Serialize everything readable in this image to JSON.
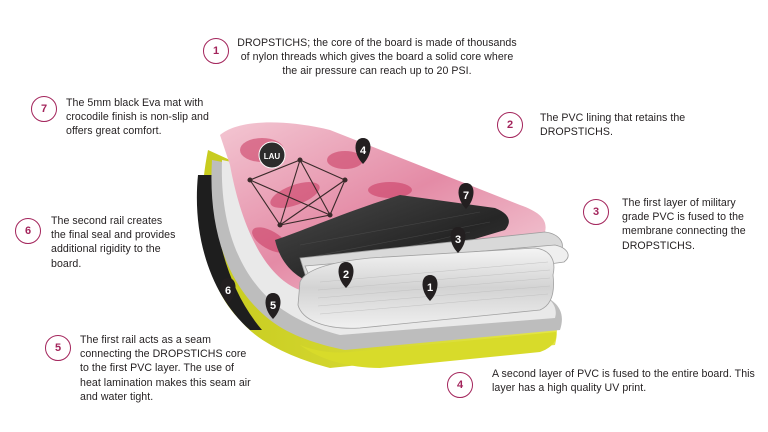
{
  "callouts": [
    {
      "number": "1",
      "text": "DROPSTICHS; the core of the board is made of thousands of nylon threads which gives the board a solid core where the air pressure can reach up to 20 PSI."
    },
    {
      "number": "2",
      "text": "The PVC lining that retains the DROPSTICHS."
    },
    {
      "number": "3",
      "text": "The first layer of military grade PVC is fused to the membrane connecting the DROPSTICHS."
    },
    {
      "number": "4",
      "text": "A second layer of PVC is fused to the entire board. This layer has a high quality UV print."
    },
    {
      "number": "5",
      "text": "The first rail acts as a seam connecting the DROPSTICHS core to the first PVC layer. The use of heat lamination makes this seam air and water tight."
    },
    {
      "number": "6",
      "text": "The second rail creates the final seal and provides additional rigidity to the board."
    },
    {
      "number": "7",
      "text": "The 5mm black Eva mat with crocodile finish is non-slip and offers great comfort."
    }
  ],
  "pins": [
    "1",
    "2",
    "3",
    "4",
    "5",
    "6",
    "7"
  ],
  "logo": "LAU",
  "colors": {
    "accent": "#a3245b",
    "pin": "#231f20",
    "board_pink": "#e9a6b9",
    "rail_yellow": "#d8db2a",
    "deck_black": "#2b2b2b"
  }
}
